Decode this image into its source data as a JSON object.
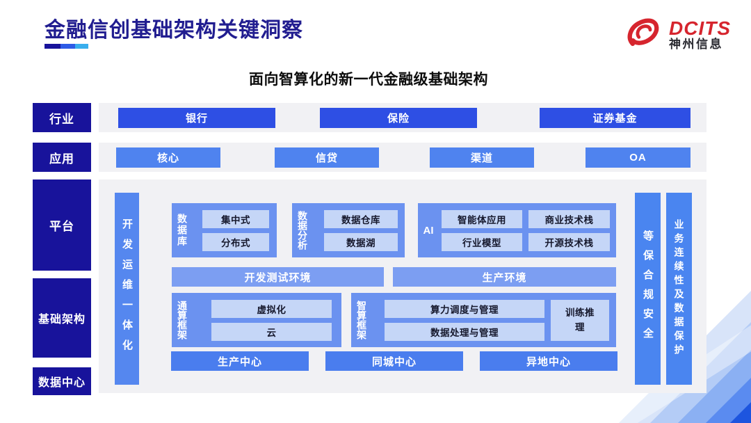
{
  "header": {
    "title": "金融信创基础架构关键洞察",
    "logo": {
      "brand": "DCITS",
      "company": "神州信息"
    }
  },
  "subtitle": "面向智算化的新一代金融级基础架构",
  "side_labels": {
    "industry": "行业",
    "application": "应用",
    "platform": "平台",
    "infrastructure": "基础架构",
    "datacenter": "数据中心"
  },
  "industry_row": {
    "items": [
      "银行",
      "保险",
      "证券基金"
    ]
  },
  "application_row": {
    "items": [
      "核心",
      "信贷",
      "渠道",
      "OA"
    ]
  },
  "platform_panel": {
    "devops_bar": "开发运维一体化",
    "security_bar": "等保合规安全",
    "continuity_bar": "业务连续性及数据保护",
    "database": {
      "label": "数据库",
      "items": [
        "集中式",
        "分布式"
      ]
    },
    "analytics": {
      "label": "数据分析",
      "items": [
        "数据仓库",
        "数据湖"
      ]
    },
    "ai": {
      "label": "AI",
      "items": [
        "智能体应用",
        "商业技术栈",
        "行业模型",
        "开源技术栈"
      ]
    },
    "environments": [
      "开发测试环境",
      "生产环境"
    ],
    "general_framework": {
      "label": "通算框架",
      "items": [
        "虚拟化",
        "云"
      ]
    },
    "intelligent_framework": {
      "label": "智算框架",
      "items": [
        "算力调度与管理",
        "数据处理与管理"
      ],
      "side_item": "训练推理"
    },
    "centers": [
      "生产中心",
      "同城中心",
      "异地中心"
    ]
  },
  "colors": {
    "title_navy": "#211d90",
    "dark_label": "#18139b",
    "industry_blue": "#2e4fe4",
    "app_blue": "#4f83ef",
    "section_blue": "#6b92f0",
    "inner_light": "#c5d6f7",
    "env_blue": "#7c9ef2",
    "center_blue": "#4a7dee",
    "panel_gray": "#f1f1f4",
    "logo_red": "#d6252e"
  }
}
